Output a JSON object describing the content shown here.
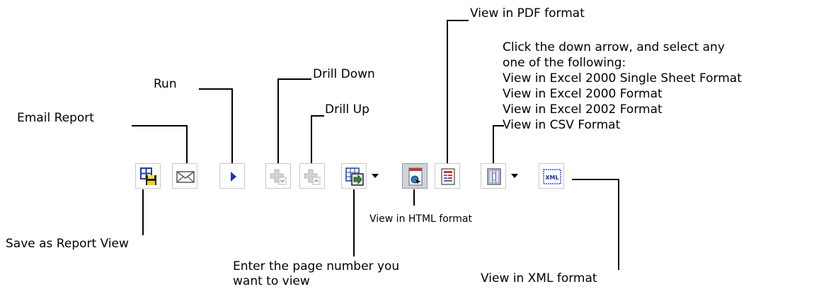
{
  "labels": {
    "pdf": "View in PDF format",
    "run": "Run",
    "drill_down": "Drill Down",
    "drill_up": "Drill Up",
    "email": "Email Report",
    "save": "Save as Report View",
    "html": "View in HTML format",
    "page_line1": "Enter the page number you",
    "page_line2": "want to view",
    "xml": "View in XML format"
  },
  "excel_block": [
    "Click the down arrow, and select any",
    "one of the following:",
    "View in Excel 2000 Single Sheet Format",
    "View in Excel 2000 Format",
    "View in Excel 2002 Format",
    "View in CSV Format"
  ],
  "toolbar": [
    {
      "icon": "save-report-view-icon",
      "state": "normal"
    },
    {
      "icon": "email-envelope-icon",
      "state": "normal"
    },
    {
      "icon": "run-triangle-icon",
      "state": "normal"
    },
    {
      "icon": "drill-down-icon",
      "state": "disabled"
    },
    {
      "icon": "drill-up-icon",
      "state": "disabled"
    },
    {
      "icon": "page-number-icon",
      "state": "normal",
      "dropdown": true
    },
    {
      "icon": "html-format-icon",
      "state": "pressed"
    },
    {
      "icon": "pdf-format-icon",
      "state": "normal"
    },
    {
      "icon": "excel-format-icon",
      "state": "normal",
      "dropdown": true
    },
    {
      "icon": "xml-format-icon",
      "state": "normal"
    }
  ],
  "colors": {
    "leader_line": "#000000",
    "button_border": "#c9c9c9",
    "pressed_bg": "#cfd3dc",
    "run_blue": "#1a34c8",
    "disabled_gray": "#b5b5b5"
  }
}
